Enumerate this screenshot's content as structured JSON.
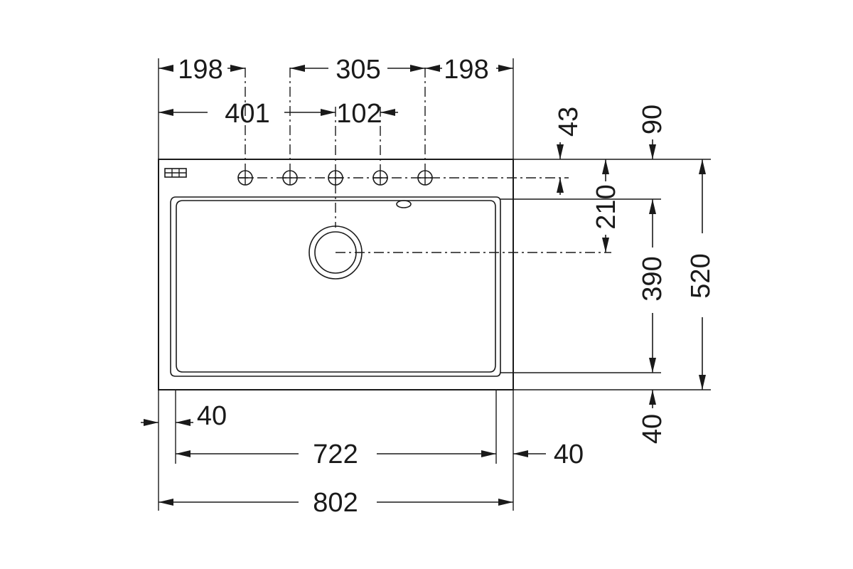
{
  "colors": {
    "line": "#1a1a1a",
    "background": "#ffffff"
  },
  "dimensions": {
    "top_left_198": "198",
    "top_305": "305",
    "top_right_198": "198",
    "left_401": "401",
    "right_102": "102",
    "tap_offset_43": "43",
    "top_90": "90",
    "drain_210": "210",
    "bowl_390": "390",
    "total_520": "520",
    "bottom_40": "40",
    "left_rim_40": "40",
    "bowl_width_722": "722",
    "right_rim_40": "40",
    "total_width_802": "802"
  }
}
